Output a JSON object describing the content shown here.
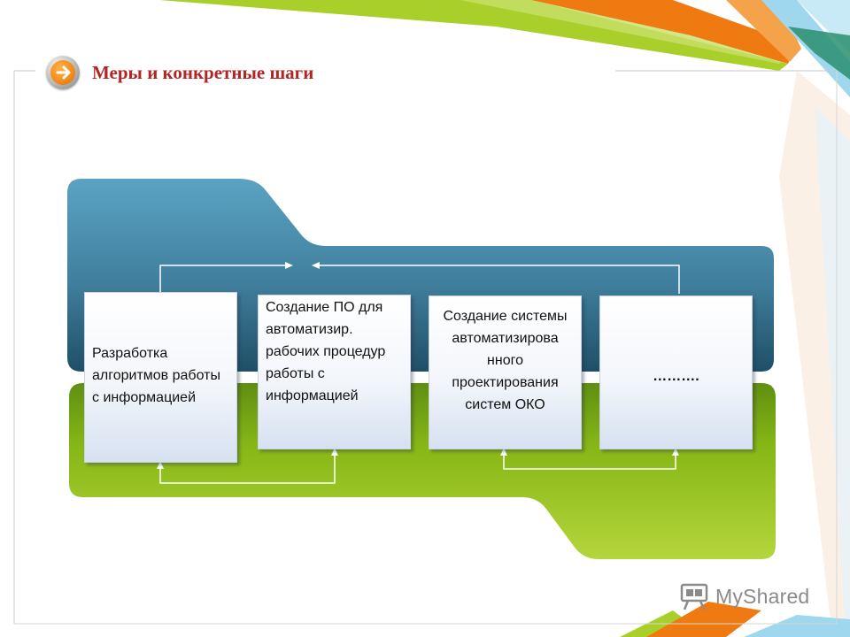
{
  "title": "Меры и конкретные шаги",
  "steps": [
    {
      "text": "Разработка алгоритмов работы с информацией"
    },
    {
      "text": "Создание ПО для автоматизир. рабочих процедур работы с информацией"
    },
    {
      "text": "Создание системы автоматизирова нного проектирования систем ОКО"
    },
    {
      "text": "………."
    }
  ],
  "watermark": "MyShared",
  "colors": {
    "title": "#b32525",
    "blue_band": "#3f7e9c",
    "green_band": "#86b616",
    "stripe_orange": "#f07a12",
    "stripe_green": "#a9cf2a",
    "stripe_blue": "#7fcbe8",
    "arrow": "#ffffff"
  },
  "icons": [
    "arrow-right-icon",
    "presentation-board-icon"
  ]
}
